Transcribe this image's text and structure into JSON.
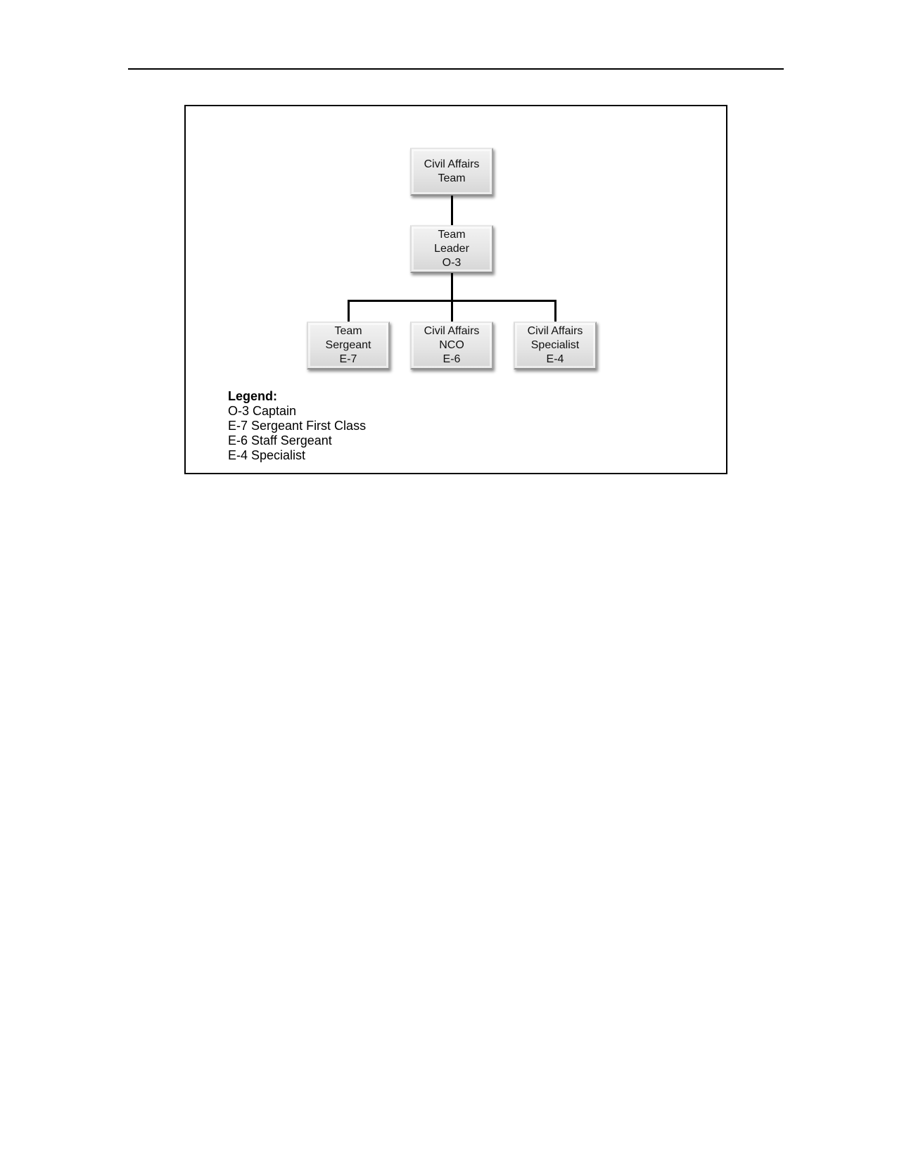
{
  "diagram": {
    "nodes": {
      "root": {
        "lines": [
          "Civil Affairs",
          "Team"
        ]
      },
      "leader": {
        "lines": [
          "Team",
          "Leader",
          "O-3"
        ]
      },
      "sergeant": {
        "lines": [
          "Team",
          "Sergeant",
          "E-7"
        ]
      },
      "nco": {
        "lines": [
          "Civil Affairs",
          "NCO",
          "E-6"
        ]
      },
      "specialist": {
        "lines": [
          "Civil Affairs",
          "Specialist",
          "E-4"
        ]
      }
    },
    "edges": [
      [
        "root",
        "leader"
      ],
      [
        "leader",
        "sergeant"
      ],
      [
        "leader",
        "nco"
      ],
      [
        "leader",
        "specialist"
      ]
    ],
    "legend": {
      "title": "Legend:",
      "items": [
        "O-3 Captain",
        "E-7 Sergeant First Class",
        "E-6 Staff Sergeant",
        "E-4 Specialist"
      ]
    }
  }
}
